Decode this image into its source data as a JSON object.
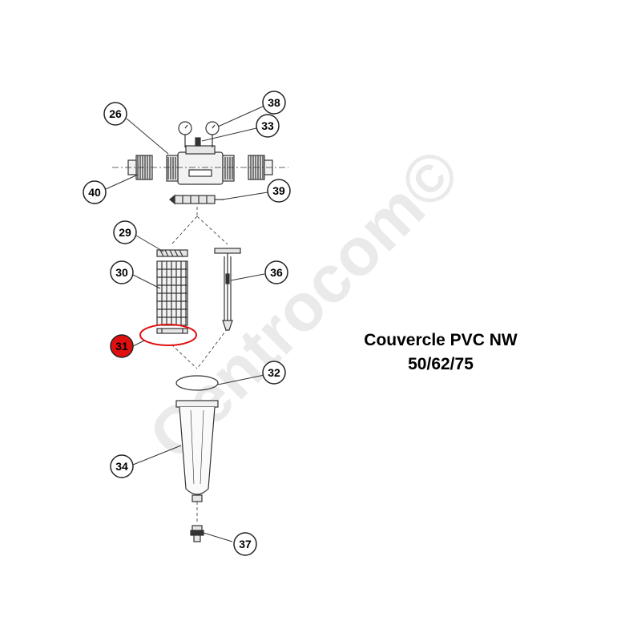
{
  "title": {
    "line1": "Couvercle PVC NW",
    "line2": "50/62/75"
  },
  "watermark": "Centrocom©",
  "colors": {
    "highlight": "#e01010",
    "line": "#333333",
    "watermark": "#d9d9d9"
  },
  "callouts": [
    {
      "id": "26",
      "label": "26",
      "highlighted": false
    },
    {
      "id": "38",
      "label": "38",
      "highlighted": false
    },
    {
      "id": "33",
      "label": "33",
      "highlighted": false
    },
    {
      "id": "40",
      "label": "40",
      "highlighted": false
    },
    {
      "id": "39",
      "label": "39",
      "highlighted": false
    },
    {
      "id": "29",
      "label": "29",
      "highlighted": false
    },
    {
      "id": "30",
      "label": "30",
      "highlighted": false
    },
    {
      "id": "36",
      "label": "36",
      "highlighted": false
    },
    {
      "id": "31",
      "label": "31",
      "highlighted": true
    },
    {
      "id": "32",
      "label": "32",
      "highlighted": false
    },
    {
      "id": "34",
      "label": "34",
      "highlighted": false
    },
    {
      "id": "37",
      "label": "37",
      "highlighted": false
    }
  ]
}
